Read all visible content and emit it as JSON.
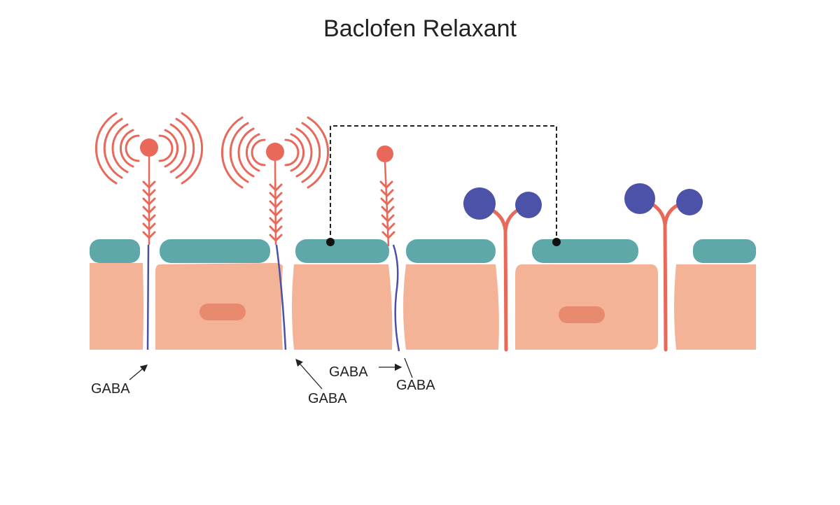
{
  "title": "Baclofen Relaxant",
  "labels": {
    "gaba_1": "GABA",
    "gaba_2": "GABA",
    "gaba_3": "GABA",
    "gaba_4": "GABA"
  },
  "colors": {
    "cell": "#f4b397",
    "cap": "#5fa8aa",
    "nucleus": "#e88a6d",
    "neuron": "#e8685a",
    "axon": "#4b4fa8",
    "receptor_head": "#4b52a8",
    "label": "#222222"
  }
}
